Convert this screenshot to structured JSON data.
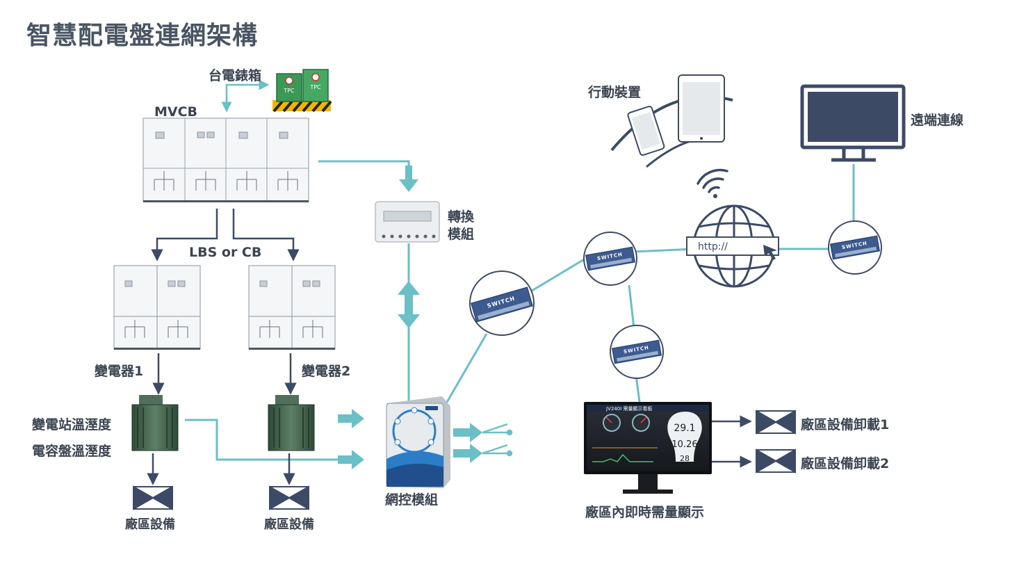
{
  "title": "智慧配電盤連網架構",
  "labels": {
    "tpc_meter_box": "台電錶箱",
    "tpc_badge": "TPC",
    "mvcb": "MVCB",
    "lbs_cb": "LBS or CB",
    "transformer1": "變電器1",
    "transformer2": "變電器2",
    "substation_temp": "變電站溫溼度",
    "capacitor_temp": "電容盤溫溼度",
    "plant_equipment": "廠區設備",
    "converter_module": "轉換模組",
    "network_module": "網控模組",
    "mobile_device": "行動裝置",
    "remote_connection": "遠端連線",
    "switch": "SWITCH",
    "url": "http://",
    "demand_display": "廠區內即時需量顯示",
    "plant_unload_1": "廠區設備卸載1",
    "plant_unload_2": "廠區設備卸載2"
  },
  "dashboard": {
    "header": "JV240I 需量顯示看板",
    "values": [
      "29.1",
      "10.26",
      "28"
    ]
  },
  "colors": {
    "teal": "#6bbfc6",
    "navy": "#3d4a66",
    "title": "#4a5563"
  }
}
